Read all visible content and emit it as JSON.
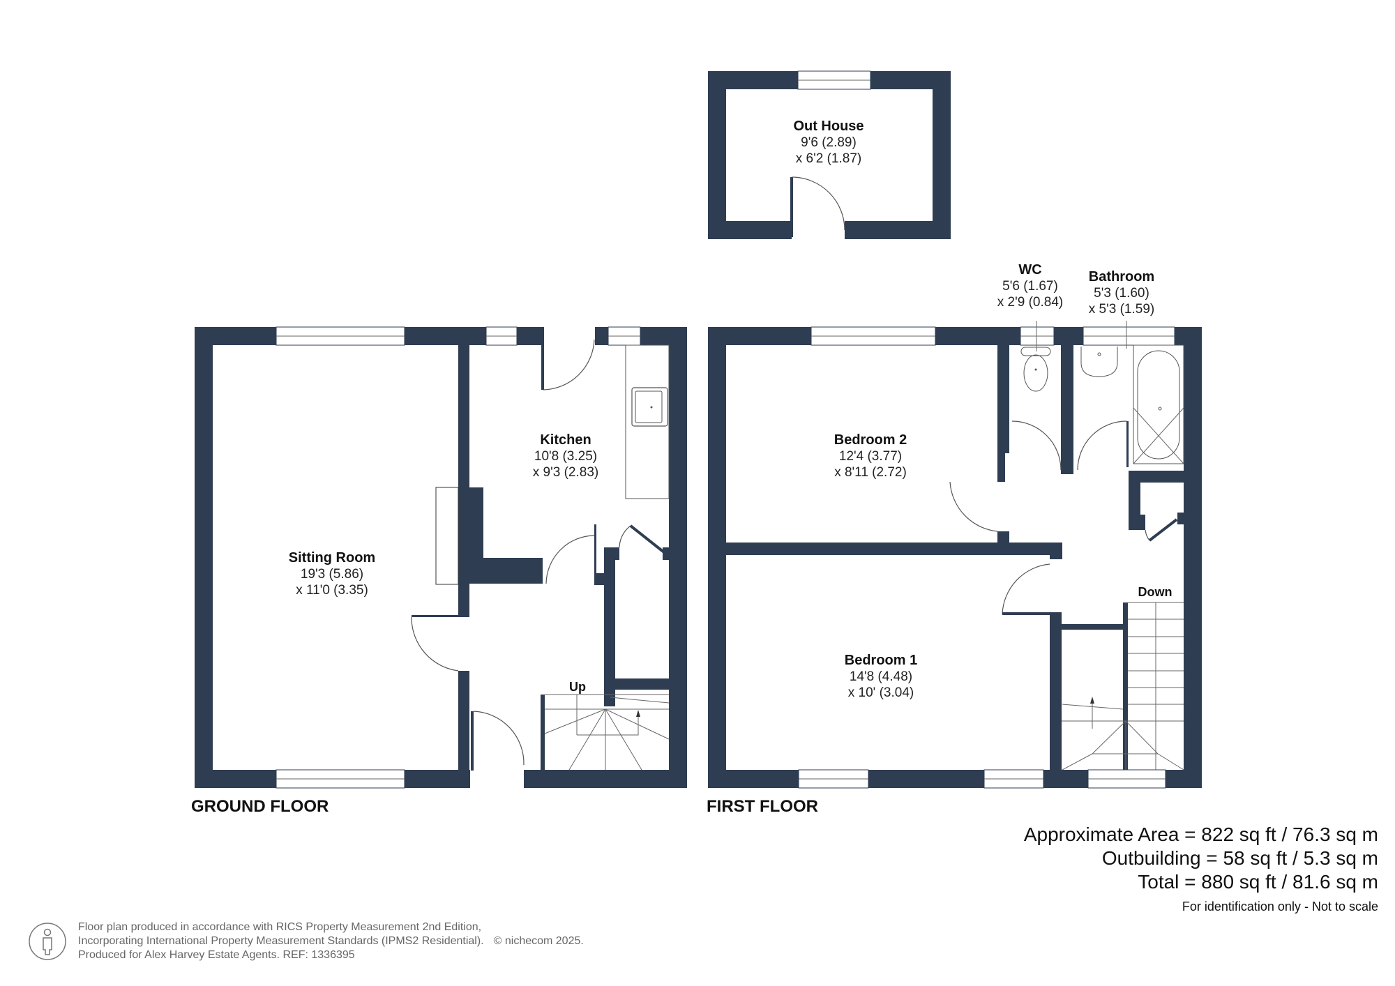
{
  "floors": {
    "ground": {
      "label": "GROUND FLOOR",
      "rooms": [
        {
          "name": "Sitting Room",
          "dim1": "19'3 (5.86)",
          "dim2": "x 11'0 (3.35)"
        },
        {
          "name": "Kitchen",
          "dim1": "10'8 (3.25)",
          "dim2": "x 9'3 (2.83)"
        }
      ],
      "stairs_label": "Up"
    },
    "first": {
      "label": "FIRST FLOOR",
      "rooms": [
        {
          "name": "Bedroom 2",
          "dim1": "12'4 (3.77)",
          "dim2": "x 8'11 (2.72)"
        },
        {
          "name": "Bedroom 1",
          "dim1": "14'8 (4.48)",
          "dim2": "x 10' (3.04)"
        },
        {
          "name": "WC",
          "dim1": "5'6 (1.67)",
          "dim2": "x 2'9 (0.84)"
        },
        {
          "name": "Bathroom",
          "dim1": "5'3 (1.60)",
          "dim2": "x 5'3 (1.59)"
        }
      ],
      "stairs_label": "Down"
    },
    "outbuilding": {
      "rooms": [
        {
          "name": "Out House",
          "dim1": "9'6 (2.89)",
          "dim2": "x 6'2 (1.87)"
        }
      ]
    }
  },
  "areas": {
    "approximate": "Approximate Area = 822 sq ft / 76.3 sq m",
    "outbuilding": "Outbuilding = 58 sq ft / 5.3 sq m",
    "total": "Total = 880 sq ft / 81.6 sq m",
    "disclaimer": "For identification only - Not to scale"
  },
  "footer": {
    "line1": "Floor plan produced in accordance with RICS Property Measurement 2nd Edition,",
    "line2": "Incorporating International Property Measurement Standards (IPMS2 Residential).",
    "copyright": "© nichecom 2025.",
    "line3": "Produced for Alex Harvey Estate Agents.   REF: 1336395",
    "icon": "person-in-circle-icon"
  },
  "colors": {
    "wall": "#2f3d52",
    "text": "#111111",
    "footer_text": "#666666"
  }
}
